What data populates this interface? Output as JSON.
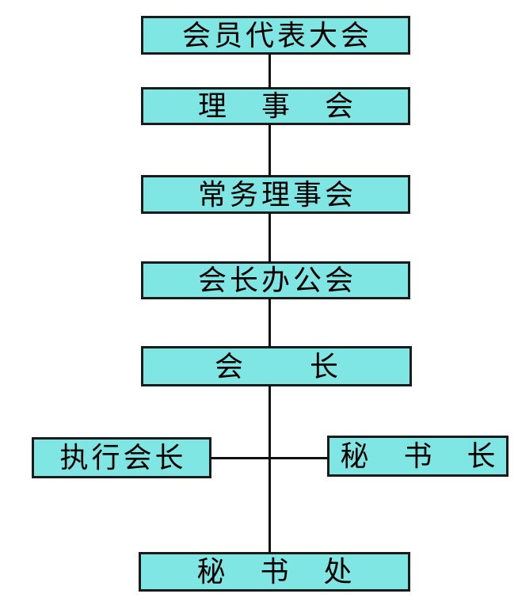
{
  "diagram": {
    "title": "organization-chart",
    "colors": {
      "background": "#ffffff",
      "box_fill": "#80e6e3",
      "box_border": "#1a1a1a",
      "line_color": "#111111",
      "text_color": "#000000"
    },
    "nodes": [
      {
        "id": "member-congress",
        "label": "会员代表大会"
      },
      {
        "id": "council",
        "label": "理　事　会"
      },
      {
        "id": "standing-council",
        "label": "常务理事会"
      },
      {
        "id": "president-office",
        "label": "会长办公会"
      },
      {
        "id": "president",
        "label": "会　　长"
      },
      {
        "id": "executive-president",
        "label": "执行会长"
      },
      {
        "id": "secretary-general",
        "label": "秘　书　长"
      },
      {
        "id": "secretariat",
        "label": "秘　书　处"
      }
    ],
    "edges": [
      "member-congress -> council",
      "council -> standing-council",
      "standing-council -> president-office",
      "president-office -> president",
      "president -> secretariat",
      "executive-president - secretary-general (cross tie on president-secretariat line)"
    ]
  }
}
